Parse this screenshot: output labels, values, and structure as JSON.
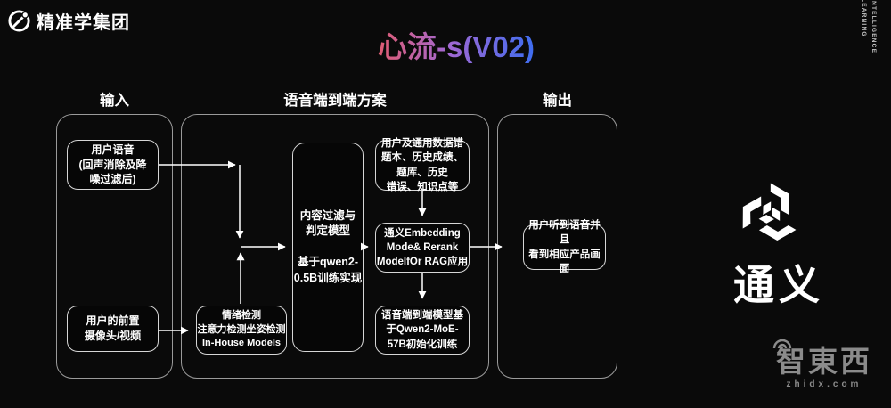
{
  "brand": {
    "name": "精准学集团"
  },
  "title": "心流-s(V02)",
  "side_label": {
    "line1": "INTELLIGENCE",
    "line2": "LEARNING"
  },
  "sections": {
    "input": {
      "header": "输入"
    },
    "solution": {
      "header": "语音端到端方案"
    },
    "output": {
      "header": "输出"
    }
  },
  "nodes": {
    "user_voice": "用户语音\n(回声消除及降\n噪过滤后)",
    "user_camera": "用户的前置\n摄像头/视频",
    "detection": "情绪检测\n注意力检测坐姿检测\nIn-House Models",
    "content_filter": "内容过滤与\n判定模型\n\n基于qwen2-\n0.5B训练实现",
    "user_data": "用户及通用数据错\n题本、历史成绩、\n题库、历史\n错误、知识点等",
    "rag": "通义Embedding\nMode& Rerank\nModelfOr RAG应用",
    "e2e_model": "语音端到端模型基\n于Qwen2-MoE-\n57B初始化训练",
    "output_result": "用户听到语音并且\n看到相应产品画面"
  },
  "tongyi": {
    "label": "通义"
  },
  "watermark": {
    "cn": "智東西",
    "en": "zhidx.com"
  },
  "colors": {
    "background": "#0a0a0a",
    "panel_border": "#9a9a9a",
    "box_border": "#d6d6d6",
    "text": "#ffffff",
    "title_gradient_start": "#e05c72",
    "title_gradient_mid": "#a268d2",
    "title_gradient_end": "#3e6df0",
    "watermark": "#8b8b8b"
  }
}
